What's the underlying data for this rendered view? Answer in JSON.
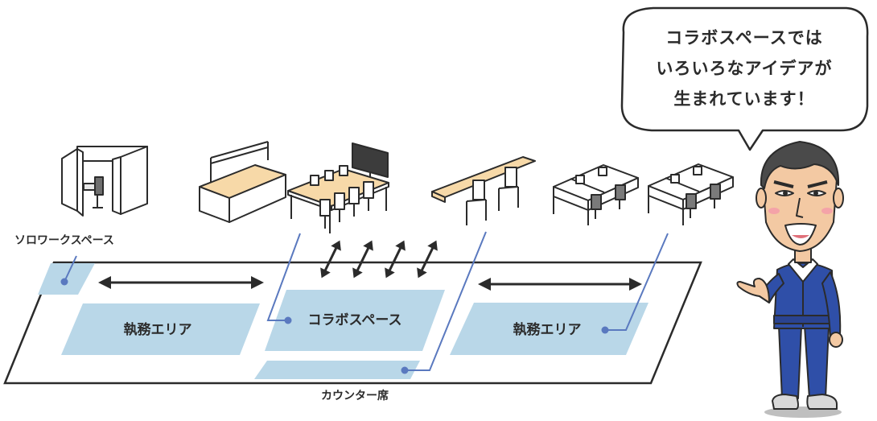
{
  "labels": {
    "solo": "ソロワークスペース",
    "office_left": "執務エリア",
    "collab": "コラボスペース",
    "office_right": "執務エリア",
    "counter": "カウンター席"
  },
  "speech": {
    "lines": [
      "コラボスペースでは",
      "いろいろなアイデアが",
      "生まれています！"
    ]
  },
  "colors": {
    "zone": "#b9d7e8",
    "leader": "#5a79bf",
    "outline": "#2b2b2b",
    "desk_top": "#f7d9a8"
  }
}
